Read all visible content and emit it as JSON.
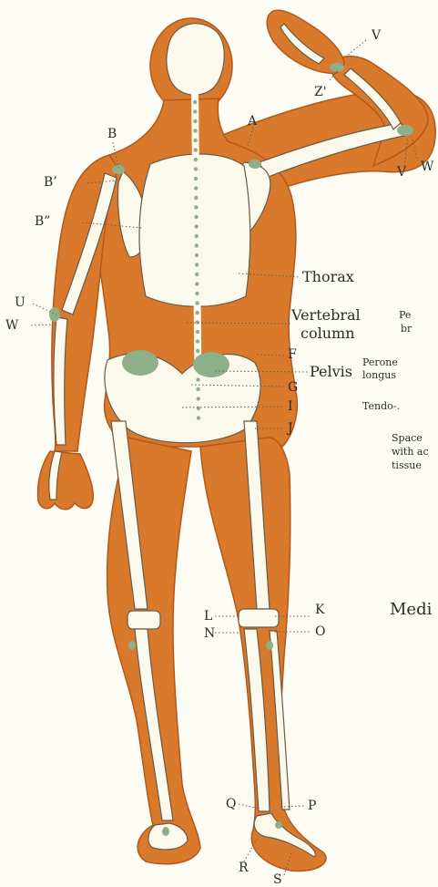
{
  "labels": {
    "V_hand": "V",
    "Z": "Z'",
    "A": "A",
    "B": "B",
    "B1": "B’",
    "B2": "B”",
    "V_elbow": "V",
    "W_elbow": "W",
    "U": "U",
    "W_arm": "W",
    "thorax": "Thorax",
    "vertebral_1": "Vertebral",
    "vertebral_2": "column",
    "F": "F",
    "pelvis": "Pelvis",
    "G": "G",
    "I": "I",
    "J": "J",
    "L": "L",
    "N": "N",
    "K": "K",
    "O": "O",
    "Q": "Q",
    "P": "P",
    "R": "R",
    "S": "S"
  },
  "clipped_text": {
    "pe": "Pe",
    "br": "br",
    "perone": "Perone",
    "longus": "longus",
    "tendo": "Tendo-.",
    "space": "Space",
    "with_ac": "with ac",
    "tissue": "tissue",
    "medi": "Medi"
  },
  "colors": {
    "body": "#d8792b",
    "body_edge": "#b5571a",
    "bone": "#fbf8ec",
    "bone_edge": "#6b5a45",
    "joint": "#8fae8a",
    "background": "#fdfcf5"
  }
}
